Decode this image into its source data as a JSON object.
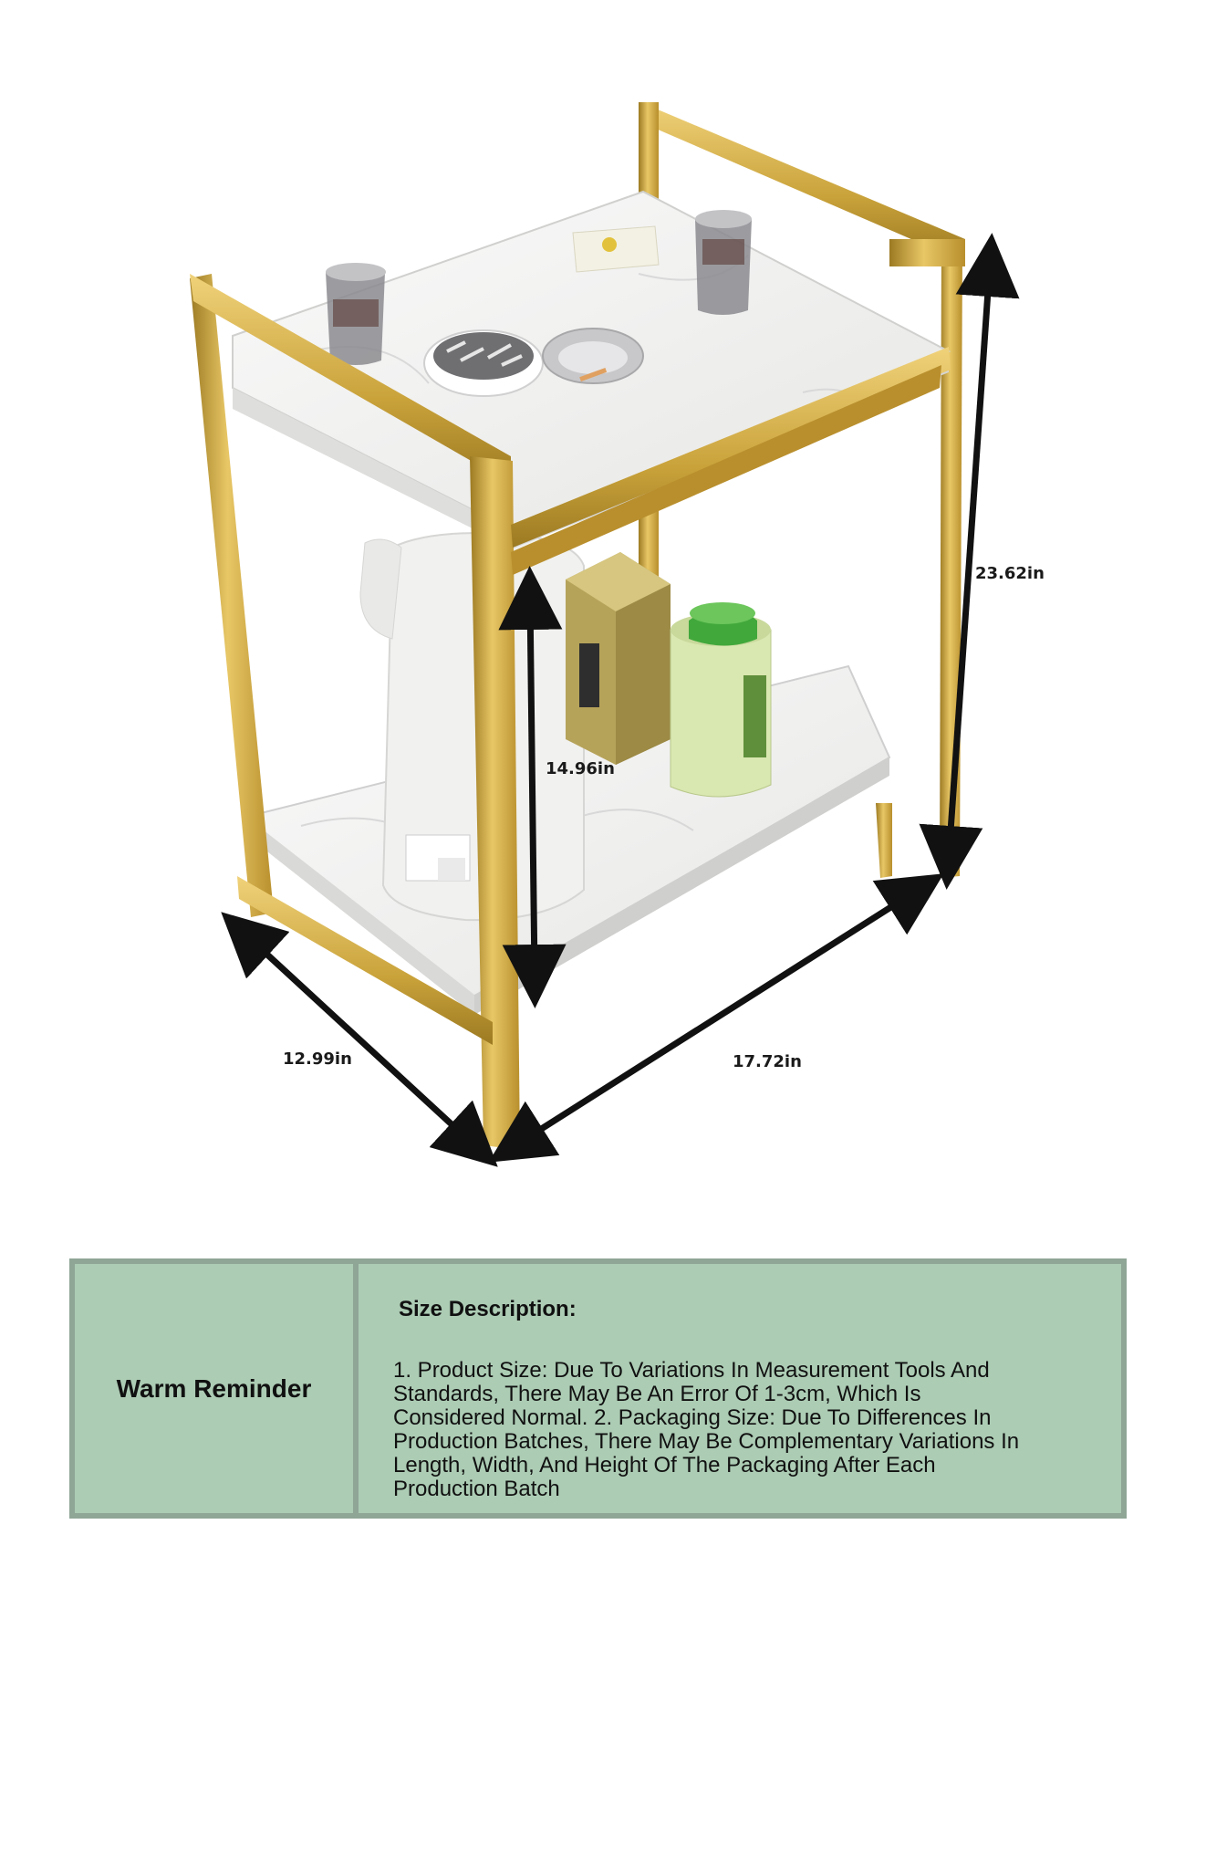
{
  "dimensions": {
    "height": "23.62in",
    "shelf_clearance": "14.96in",
    "depth": "12.99in",
    "width": "17.72in"
  },
  "reminder": {
    "title": "Warm Reminder",
    "heading": "Size Description:",
    "body": "1. Product Size: Due To Variations In Measurement Tools And Standards, There May Be An Error Of 1-3cm, Which Is Considered Normal. 2. Packaging Size: Due To Differences In Production Batches, There May Be Complementary Variations In Length, Width, And Height Of The Packaging After Each Production Batch"
  },
  "colors": {
    "frame_gold": "#c9a23a",
    "frame_gold_light": "#e8c766",
    "frame_gold_dark": "#9c7a22",
    "marble": "#f3f3f1",
    "panel_green": "#acccb4",
    "panel_border": "#8fa596",
    "arrow": "#111111"
  }
}
